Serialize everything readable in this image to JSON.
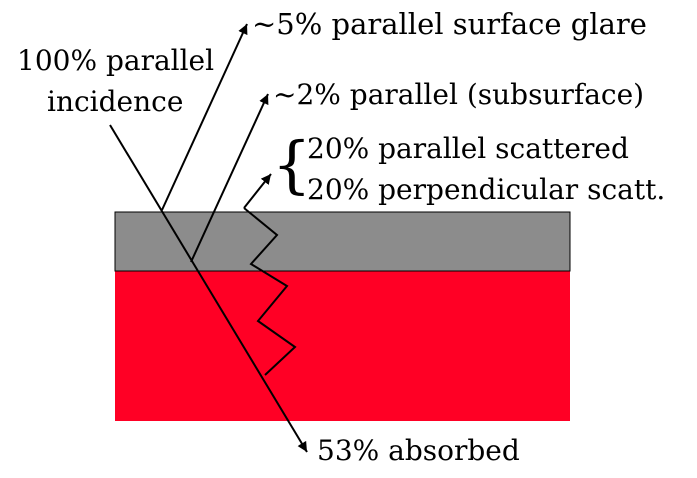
{
  "labels": {
    "incidence_line1": "100% parallel",
    "incidence_line2": "incidence",
    "surface_glare": "~5% parallel surface glare",
    "subsurface": "~2% parallel (subsurface)",
    "brace": "{",
    "parallel_scattered": "20% parallel scattered",
    "perpendicular_scattered": "20% perpendicular scatt.",
    "absorbed": "53% absorbed"
  },
  "colors": {
    "surface_layer": "#8c8c8c",
    "body_layer": "#ff0025",
    "ink": "#000000"
  }
}
